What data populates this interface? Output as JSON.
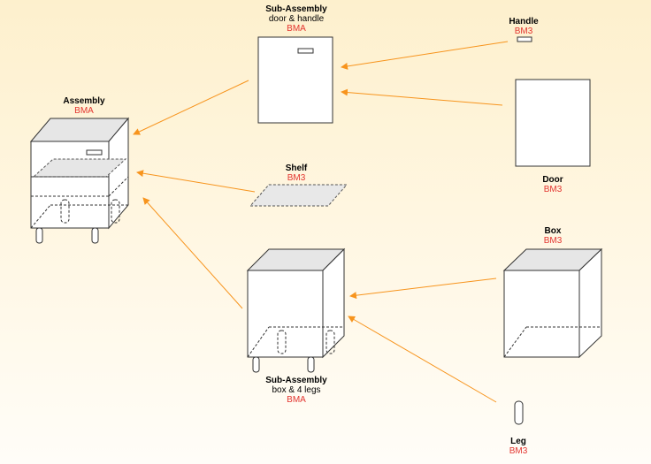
{
  "colors": {
    "arrow": "#f7941d",
    "code": "#e3342f",
    "stroke": "#333333",
    "box_face": "#ffffff",
    "box_top": "#e6e6e6",
    "shelf_fill": "#e8e8e8"
  },
  "nodes": {
    "assembly": {
      "title": "Assembly",
      "code": "BMA"
    },
    "sub_door": {
      "title": "Sub-Assembly",
      "subtitle": "door & handle",
      "code": "BMA"
    },
    "handle": {
      "title": "Handle",
      "code": "BM3"
    },
    "door": {
      "title": "Door",
      "code": "BM3"
    },
    "shelf": {
      "title": "Shelf",
      "code": "BM3"
    },
    "box": {
      "title": "Box",
      "code": "BM3"
    },
    "sub_box": {
      "title": "Sub-Assembly",
      "subtitle": "box & 4 legs",
      "code": "BMA"
    },
    "leg": {
      "title": "Leg",
      "code": "BM3"
    }
  },
  "edges": [
    {
      "from": "handle",
      "to": "sub_door"
    },
    {
      "from": "door",
      "to": "sub_door"
    },
    {
      "from": "sub_door",
      "to": "assembly"
    },
    {
      "from": "shelf",
      "to": "assembly"
    },
    {
      "from": "sub_box",
      "to": "assembly"
    },
    {
      "from": "box",
      "to": "sub_box"
    },
    {
      "from": "leg",
      "to": "sub_box"
    }
  ]
}
